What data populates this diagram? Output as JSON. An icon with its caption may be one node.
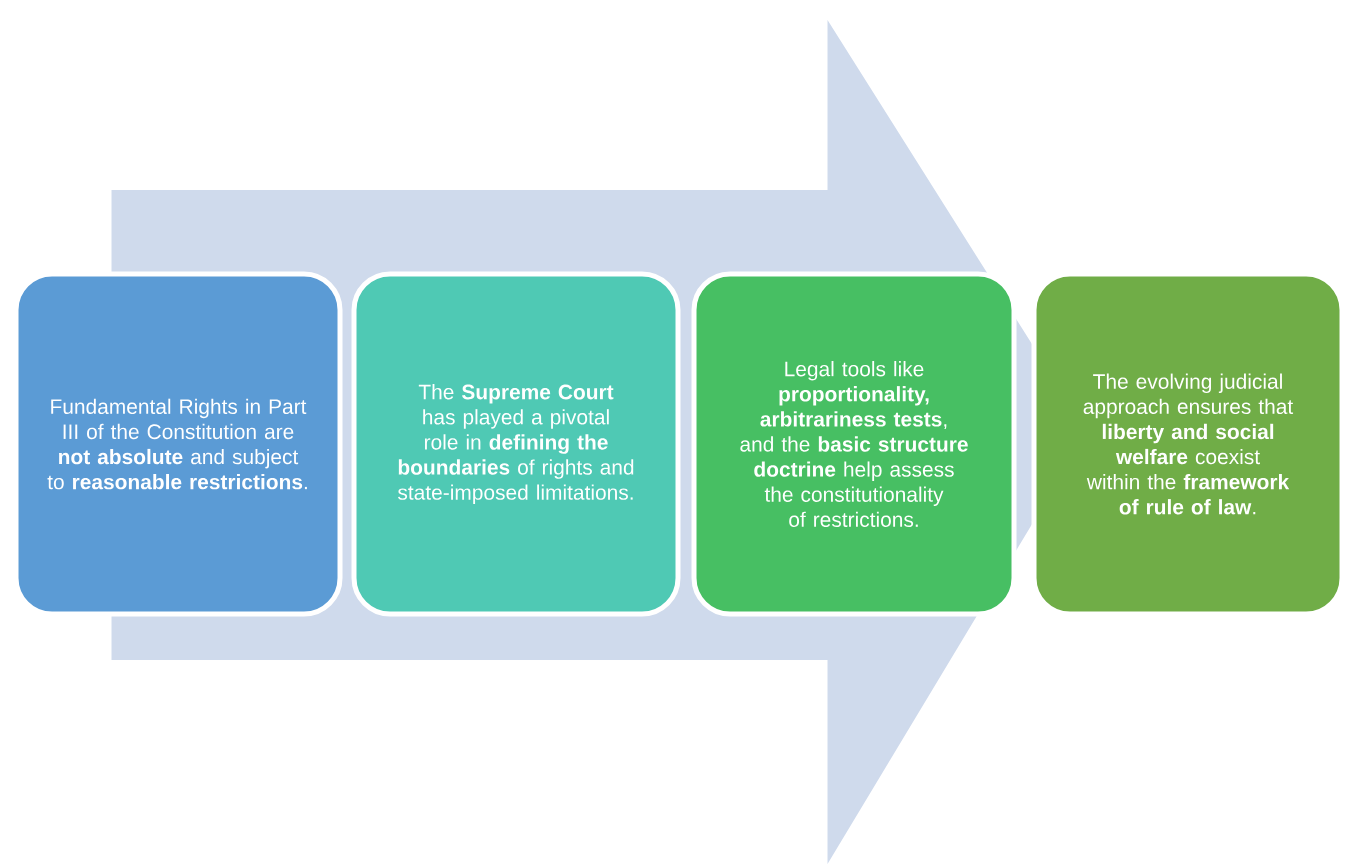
{
  "diagram": {
    "nodes": [
      {
        "text": [
          "Fundamental Rights in Part III of the Constitution are **not absolute** and subject to **reasonable restrictions**."
        ]
      },
      {
        "text": [
          "The **Supreme Court** has played a pivotal role in **defining the boundaries** of rights and state-imposed limitations."
        ]
      },
      {
        "text": [
          "Legal tools like **proportionality, arbitrariness tests**, and the **basic structure doctrine** help assess the constitutionality of restrictions."
        ]
      },
      {
        "text": [
          "The evolving judicial approach ensures that **liberty and social welfare** coexist within the **framework of rule of law**."
        ]
      }
    ],
    "edges": [
      {
        "from": 0,
        "to": 3,
        "arrow": "to"
      }
    ]
  }
}
